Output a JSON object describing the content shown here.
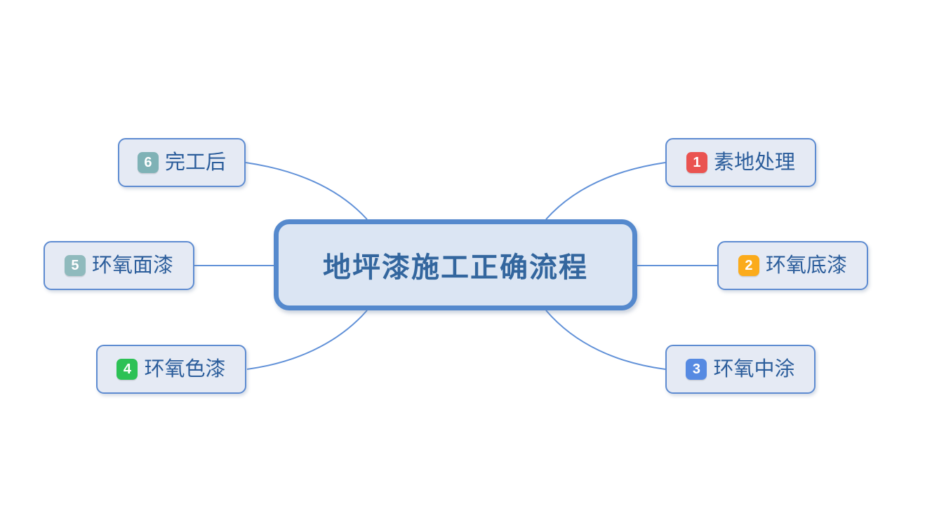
{
  "diagram": {
    "title": "地坪漆施工正确流程"
  },
  "nodes": [
    {
      "badge": "1",
      "label": "素地处理",
      "badge_color": "#ea5350",
      "position": "right-top"
    },
    {
      "badge": "2",
      "label": "环氧底漆",
      "badge_color": "#fbab1b",
      "position": "right-middle"
    },
    {
      "badge": "3",
      "label": "环氧中涂",
      "badge_color": "#568ae2",
      "position": "right-bottom"
    },
    {
      "badge": "4",
      "label": "环氧色漆",
      "badge_color": "#2cc155",
      "position": "left-bottom"
    },
    {
      "badge": "5",
      "label": "环氧面漆",
      "badge_color": "#8fbabd",
      "position": "left-middle"
    },
    {
      "badge": "6",
      "label": "完工后",
      "badge_color": "#7fb2b6",
      "position": "left-top"
    }
  ],
  "colors": {
    "background": "#ffffff",
    "connector": "#6191d8",
    "node_border": "#5d8bd1",
    "node_fill": "#e5eaf4",
    "central_border": "#5589cd",
    "central_fill": "#dbe5f3",
    "title_text": "#33669e",
    "label_text": "#2b5d9b"
  }
}
